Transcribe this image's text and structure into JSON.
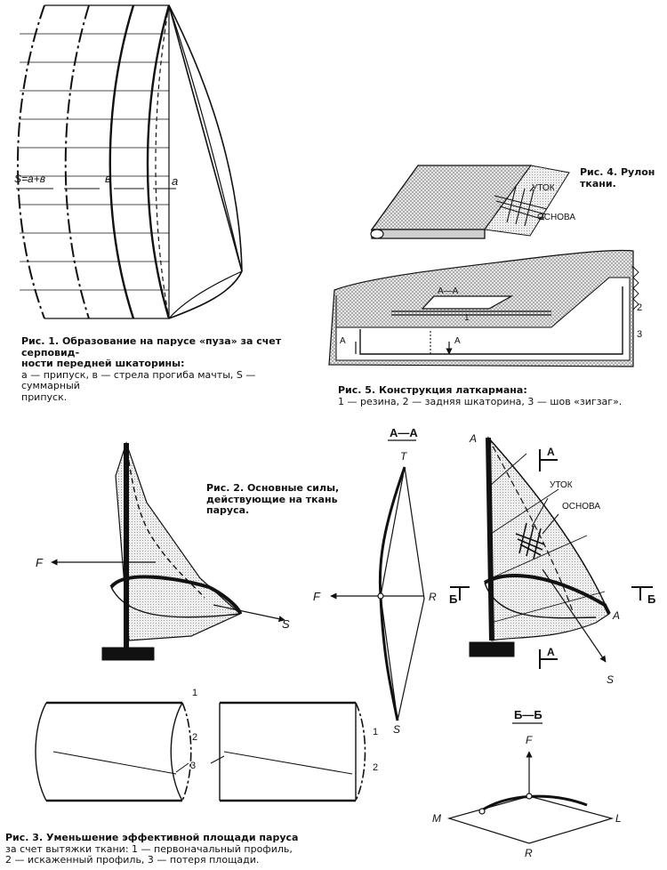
{
  "figures": {
    "fig1": {
      "labels": {
        "s_eq": "S=a+в",
        "b": "в",
        "a": "a"
      },
      "caption": {
        "title": "Рис. 1. Образование на парусе «пуза» за счет серповид-",
        "line2": "ности передней шкаторины:",
        "line3": "а — припуск, в — стрела прогиба мачты, S — суммарный",
        "line4": "припуск."
      }
    },
    "fig2": {
      "labels": {
        "F": "F",
        "S": "S"
      },
      "caption": {
        "line1": "Рис. 2. Основные силы,",
        "line2": "действующие на ткань",
        "line3": "паруса."
      }
    },
    "fig3": {
      "labels": {
        "n1": "1",
        "n2": "2",
        "n3": "3"
      },
      "caption": {
        "line1": "Рис. 3. Уменьшение эффективной площади паруса",
        "line2": "за счет вытяжки ткани: 1 — первоначальный профиль,",
        "line3": "2 — искаженный профиль, 3 — потеря площади."
      }
    },
    "fig4": {
      "labels": {
        "weft": "УТОК",
        "warp": "ОСНОВА"
      },
      "caption": {
        "line1": "Рис. 4. Рулон",
        "line2": "ткани."
      }
    },
    "fig5": {
      "labels": {
        "section": "А—А",
        "n1": "1",
        "n2": "2",
        "n3": "3",
        "A": "А"
      },
      "caption": {
        "line1": "Рис. 5. Конструкция латкармана:",
        "line2": "1 — резина, 2 — задняя шкаторина, 3 — шов «зигзаг»."
      }
    },
    "sectionAA": {
      "title": "А—А",
      "labels": {
        "T": "T",
        "F": "F",
        "R": "R",
        "S": "S"
      }
    },
    "sail": {
      "labels": {
        "A1": "A",
        "A2": "A",
        "weft": "УТОК",
        "warp": "ОСНОВА",
        "SecA": "А",
        "SecB": "Б",
        "S": "S"
      }
    },
    "sectionBB": {
      "title": "Б—Б",
      "labels": {
        "F": "F",
        "M": "M",
        "L": "L",
        "R": "R"
      }
    }
  }
}
